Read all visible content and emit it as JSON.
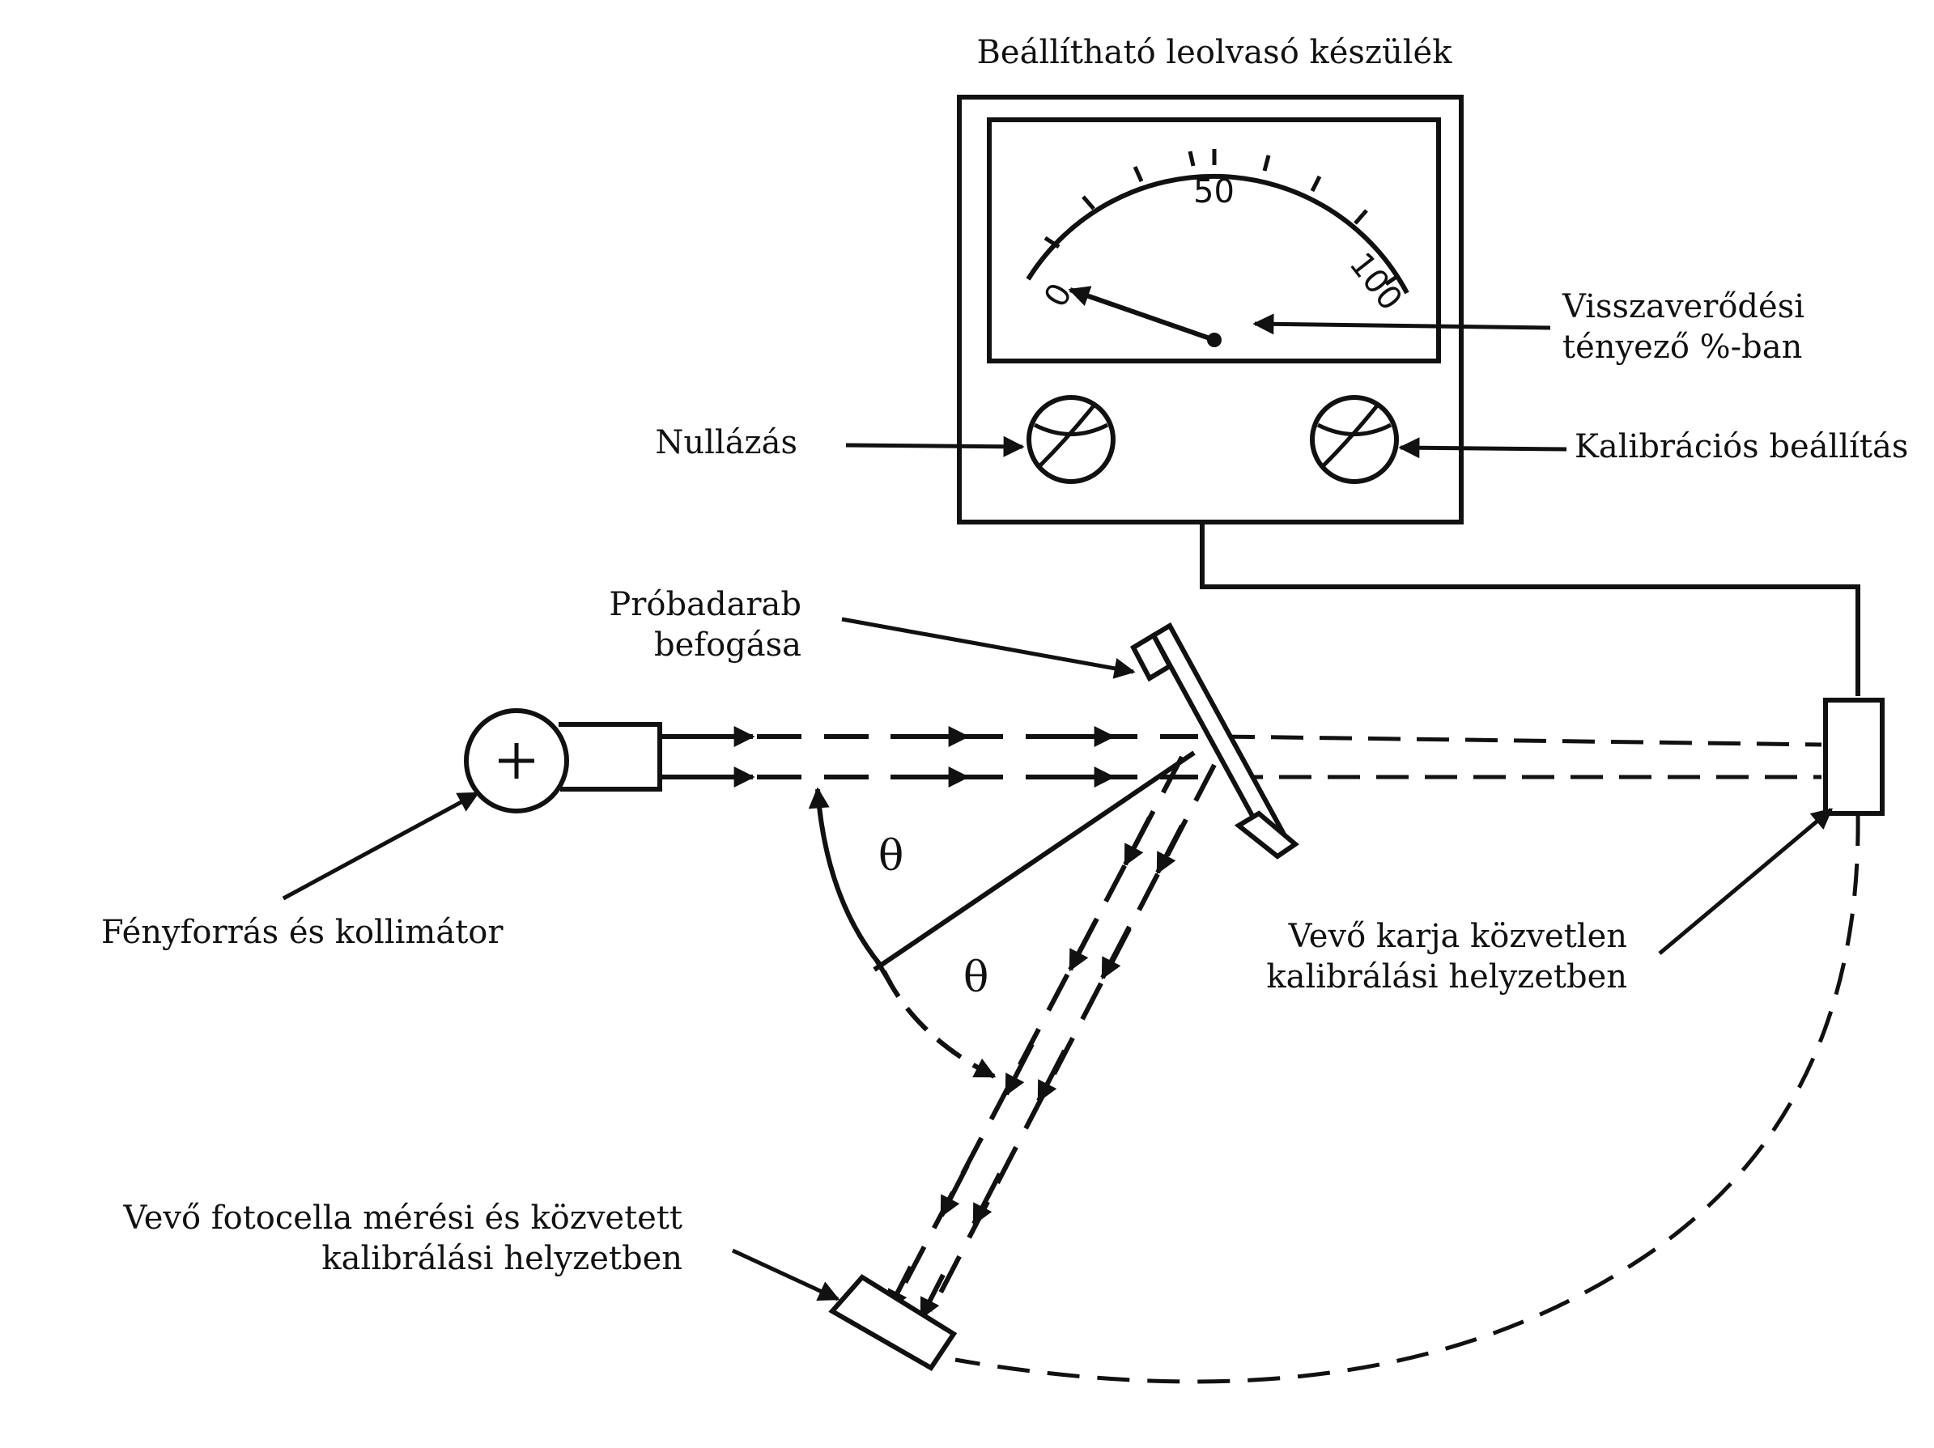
{
  "labels": {
    "meter_title": "Beállítható leolvasó készülék",
    "reflectance_line1": "Visszaverődési",
    "reflectance_line2": "tényező %-ban",
    "zeroing": "Nullázás",
    "calibration_adjust": "Kalibrációs beállítás",
    "specimen_line1": "Próbadarab",
    "specimen_line2": "befogása",
    "light_source": "Fényforrás és kollimátor",
    "receiver_arm_line1": "Vevő karja közvetlen",
    "receiver_arm_line2": "kalibrálási helyzetben",
    "photocell_line1": "Vevő fotocella mérési és közvetett",
    "photocell_line2": "kalibrálási helyzetben",
    "theta": "θ"
  },
  "scale": {
    "tick_0": "0",
    "tick_50": "50",
    "tick_100": "100",
    "needle_value": 0
  },
  "colors": {
    "ink": "#111111",
    "background": "#ffffff"
  }
}
